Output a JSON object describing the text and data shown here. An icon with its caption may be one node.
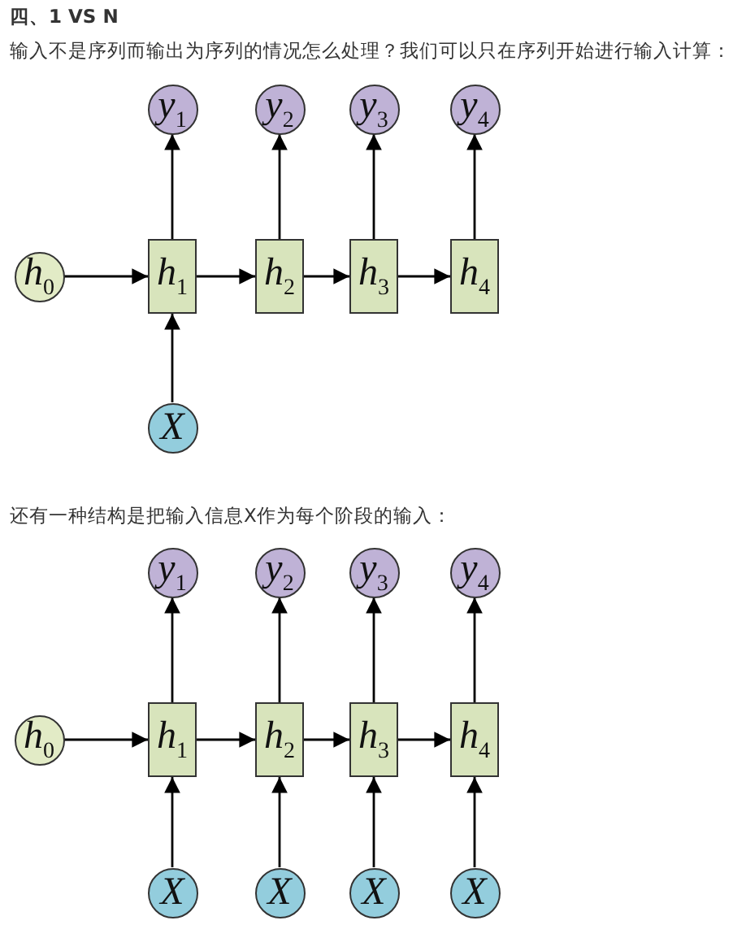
{
  "diagram": {
    "title": "四、1 VS N",
    "nodes": [
      {
        "text": [
          "*y*$_{1}$"
        ]
      },
      {
        "text": [
          "*y*$_{2}$"
        ]
      },
      {
        "text": [
          "*y*$_{3}$"
        ]
      },
      {
        "text": [
          "*y*$_{4}$"
        ]
      },
      {
        "text": [
          "*h*$_{0}$"
        ]
      },
      {
        "text": [
          "*h*$_{1}$"
        ]
      },
      {
        "text": [
          "*h*$_{2}$"
        ]
      },
      {
        "text": [
          "*h*$_{3}$"
        ]
      },
      {
        "text": [
          "*h*$_{4}$"
        ]
      },
      {
        "text": [
          "X"
        ]
      },
      {
        "text": [
          "*y*$_{1}$"
        ]
      },
      {
        "text": [
          "*y*$_{2}$"
        ]
      },
      {
        "text": [
          "*y*$_{3}$"
        ]
      },
      {
        "text": [
          "*y*$_{4}$"
        ]
      },
      {
        "text": [
          "*h*$_{0}$"
        ]
      },
      {
        "text": [
          "*h*$_{1}$"
        ]
      },
      {
        "text": [
          "*h*$_{2}$"
        ]
      },
      {
        "text": [
          "*h*$_{3}$"
        ]
      },
      {
        "text": [
          "*h*$_{4}$"
        ]
      },
      {
        "text": [
          "X"
        ]
      },
      {
        "text": [
          "X"
        ]
      },
      {
        "text": [
          "X"
        ]
      },
      {
        "text": [
          "X"
        ]
      }
    ],
    "edges": [
      {
        "from": 4,
        "to": 5,
        "arrow": "to"
      },
      {
        "from": 5,
        "to": 6,
        "arrow": "to"
      },
      {
        "from": 6,
        "to": 7,
        "arrow": "to"
      },
      {
        "from": 7,
        "to": 8,
        "arrow": "to"
      },
      {
        "from": 9,
        "to": 5,
        "arrow": "to"
      },
      {
        "from": 5,
        "to": 0,
        "arrow": "to"
      },
      {
        "from": 6,
        "to": 1,
        "arrow": "to"
      },
      {
        "from": 7,
        "to": 2,
        "arrow": "to"
      },
      {
        "from": 8,
        "to": 3,
        "arrow": "to"
      },
      {
        "from": 14,
        "to": 15,
        "arrow": "to"
      },
      {
        "from": 15,
        "to": 16,
        "arrow": "to"
      },
      {
        "from": 16,
        "to": 17,
        "arrow": "to"
      },
      {
        "from": 17,
        "to": 18,
        "arrow": "to"
      },
      {
        "from": 19,
        "to": 15,
        "arrow": "to"
      },
      {
        "from": 20,
        "to": 16,
        "arrow": "to"
      },
      {
        "from": 21,
        "to": 17,
        "arrow": "to"
      },
      {
        "from": 22,
        "to": 18,
        "arrow": "to"
      },
      {
        "from": 15,
        "to": 10,
        "arrow": "to"
      },
      {
        "from": 16,
        "to": 11,
        "arrow": "to"
      },
      {
        "from": 17,
        "to": 12,
        "arrow": "to"
      },
      {
        "from": 18,
        "to": 13,
        "arrow": "to"
      }
    ],
    "labels": [
      "输入不是序列而输出为序列的情况怎么处理？我们可以只在序列开始进行输入计算：",
      "还有一种结构是把输入信息X作为每个阶段的输入："
    ]
  }
}
